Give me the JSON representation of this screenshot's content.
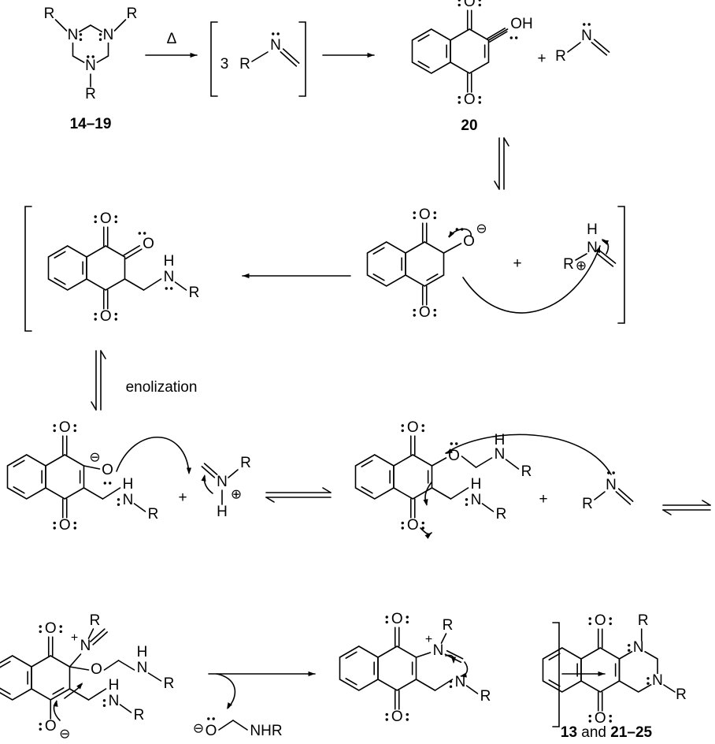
{
  "compounds": {
    "triazines": "14–19",
    "quinone": "20",
    "products_a": "13",
    "products_and": " and ",
    "products_b": "21–25"
  },
  "conditions": {
    "heat": "Δ",
    "stoich": "3",
    "enolization": "enolization"
  },
  "atoms": {
    "R": "R",
    "N": "N",
    "O": "O",
    "OH": "OH",
    "H": "H",
    "NHR": "NHR"
  },
  "plus": "+",
  "charges": {
    "neg": "⊖",
    "pos": "⊕",
    "plus_sup": "+"
  }
}
